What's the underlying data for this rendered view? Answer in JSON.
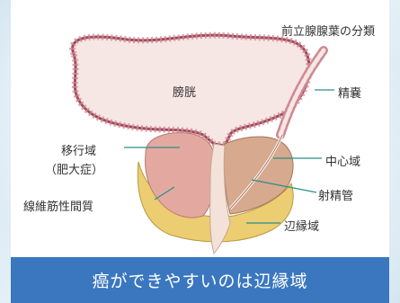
{
  "diagram": {
    "title": "前立腺腺葉の分類",
    "labels": {
      "bladder": "膀胱",
      "seminal_vesicle": "精嚢",
      "transition_zone": "移行域",
      "transition_zone_note": "（肥大症）",
      "central_zone": "中心域",
      "fibromuscular_stroma": "線維筋性間質",
      "ejaculatory_duct": "射精管",
      "peripheral_zone": "辺縁域"
    },
    "colors": {
      "bladder_wall": "#cf8a94",
      "bladder_outline": "#a04a5a",
      "bladder_inner": "#f6e6e4",
      "transition_zone": "#e3a9a0",
      "central_zone": "#d7a98e",
      "peripheral_zone": "#eccd72",
      "stroma": "#ecd8c8",
      "leader_line": "#2b8f8a",
      "caption_bg": "#3a77bf"
    }
  },
  "caption": {
    "text": "癌ができやすいのは辺縁域"
  }
}
